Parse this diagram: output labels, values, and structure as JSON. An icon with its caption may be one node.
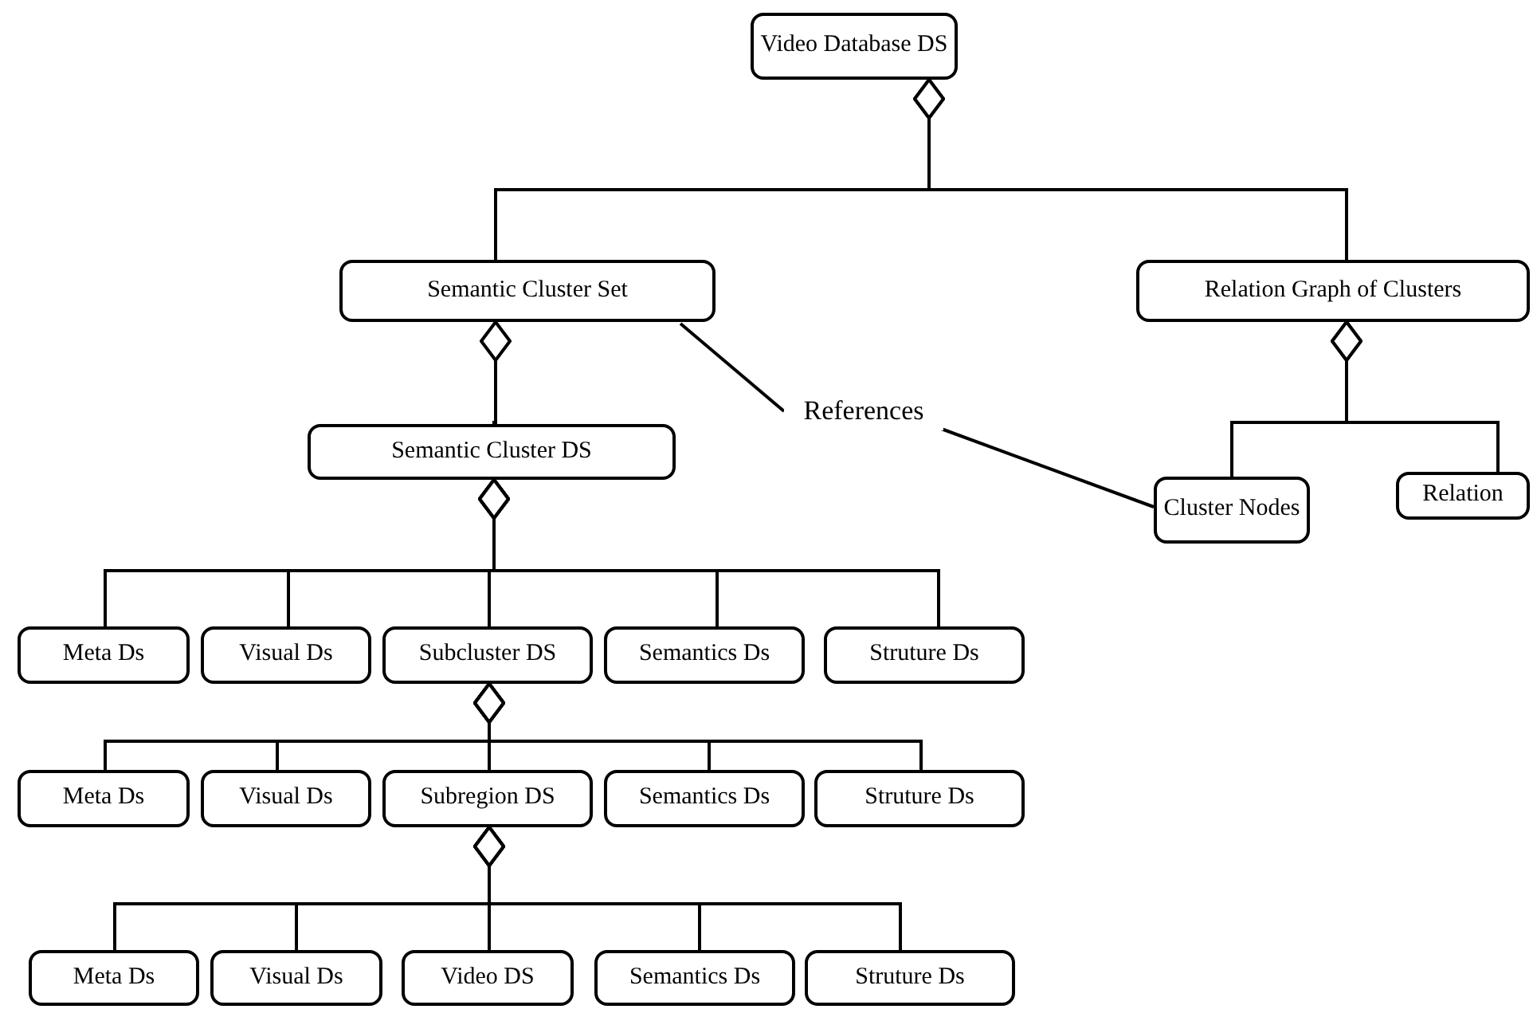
{
  "diagram": {
    "nodes": [
      {
        "text": [
          "Video Database DS"
        ]
      },
      {
        "text": [
          "Semantic Cluster Set"
        ]
      },
      {
        "text": [
          "Relation Graph of Clusters"
        ]
      },
      {
        "text": [
          "Semantic Cluster DS"
        ]
      },
      {
        "text": [
          "Cluster Nodes"
        ]
      },
      {
        "text": [
          "Relation"
        ]
      },
      {
        "text": [
          "References"
        ]
      },
      {
        "text": [
          "Meta Ds"
        ]
      },
      {
        "text": [
          "Visual Ds"
        ]
      },
      {
        "text": [
          "Subcluster DS"
        ]
      },
      {
        "text": [
          "Semantics Ds"
        ]
      },
      {
        "text": [
          "Struture Ds"
        ]
      },
      {
        "text": [
          "Meta Ds"
        ]
      },
      {
        "text": [
          "Visual Ds"
        ]
      },
      {
        "text": [
          "Subregion DS"
        ]
      },
      {
        "text": [
          "Semantics Ds"
        ]
      },
      {
        "text": [
          "Struture Ds"
        ]
      },
      {
        "text": [
          "Meta Ds"
        ]
      },
      {
        "text": [
          "Visual Ds"
        ]
      },
      {
        "text": [
          "Video DS"
        ]
      },
      {
        "text": [
          "Semantics Ds"
        ]
      },
      {
        "text": [
          "Struture Ds"
        ]
      }
    ],
    "edges": [
      {
        "from": 1,
        "to": 0,
        "arrow": "other"
      },
      {
        "from": 2,
        "to": 0,
        "arrow": "other"
      },
      {
        "from": 3,
        "to": 1,
        "arrow": "other"
      },
      {
        "from": 4,
        "to": 2,
        "arrow": "other"
      },
      {
        "from": 5,
        "to": 2,
        "arrow": "other"
      },
      {
        "from": 6,
        "to": 1,
        "arrow": "none"
      },
      {
        "from": 6,
        "to": 4,
        "arrow": "none"
      },
      {
        "from": 7,
        "to": 3,
        "arrow": "other"
      },
      {
        "from": 8,
        "to": 3,
        "arrow": "other"
      },
      {
        "from": 9,
        "to": 3,
        "arrow": "other"
      },
      {
        "from": 10,
        "to": 3,
        "arrow": "other"
      },
      {
        "from": 11,
        "to": 3,
        "arrow": "other"
      },
      {
        "from": 12,
        "to": 9,
        "arrow": "other"
      },
      {
        "from": 13,
        "to": 9,
        "arrow": "other"
      },
      {
        "from": 14,
        "to": 9,
        "arrow": "other"
      },
      {
        "from": 15,
        "to": 9,
        "arrow": "other"
      },
      {
        "from": 16,
        "to": 9,
        "arrow": "other"
      },
      {
        "from": 17,
        "to": 14,
        "arrow": "other"
      },
      {
        "from": 18,
        "to": 14,
        "arrow": "other"
      },
      {
        "from": 19,
        "to": 14,
        "arrow": "other"
      },
      {
        "from": 20,
        "to": 14,
        "arrow": "other"
      },
      {
        "from": 21,
        "to": 14,
        "arrow": "other"
      }
    ]
  }
}
